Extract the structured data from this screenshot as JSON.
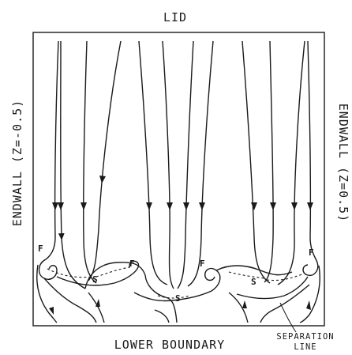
{
  "labels": {
    "lid": "LID",
    "lower_boundary": "LOWER BOUNDARY",
    "endwall_left": "ENDWALL (Z=-0.5)",
    "endwall_right": "ENDWALL (Z=0.5)",
    "separation_line_1": "SEPARATION",
    "separation_line_2": "LINE"
  },
  "critical_points": {
    "focus": "F",
    "saddle": "S"
  },
  "colors": {
    "ink": "#1a1a1a",
    "background": "#ffffff"
  }
}
